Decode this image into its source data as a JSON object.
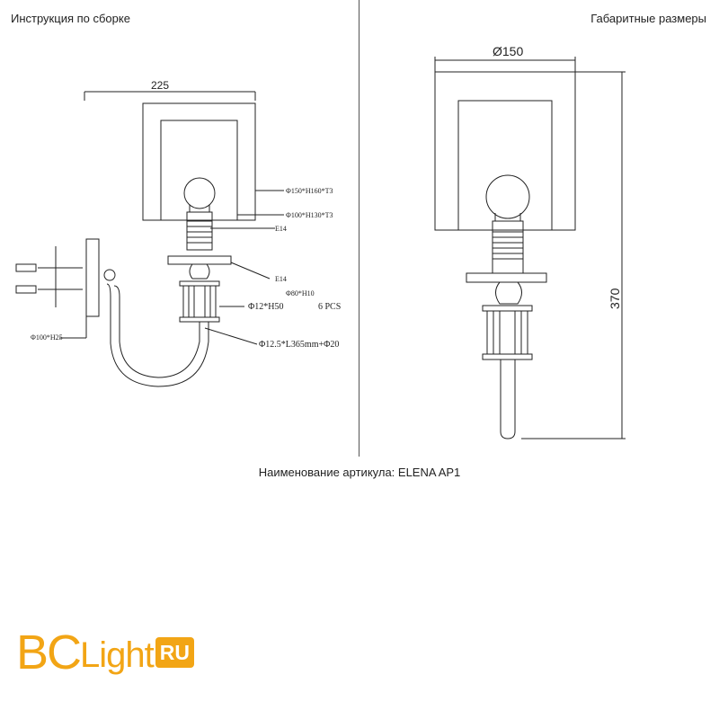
{
  "header": {
    "left_title": "Инструкция по сборке",
    "right_title": "Габаритные размеры"
  },
  "assembly": {
    "width_dim": "225",
    "outer_shade": "Φ150*H160*T3",
    "inner_shade": "Φ100*H130*T3",
    "socket_top": "E14",
    "socket_bottom": "E14",
    "cup": "Φ80*H10",
    "rod": "Φ12*H50",
    "rod_qty": "6 PCS",
    "arm": "Φ12.5*L365mm+Φ20",
    "wall_plate": "Φ100*H25"
  },
  "dimensions": {
    "diameter": "Ø150",
    "height": "370"
  },
  "article": "Наименование артикула: ELENA AP1",
  "logo": {
    "part1": "BC",
    "part2": "Light",
    "dot": "•",
    "badge": "RU",
    "brand_color": "#f2a515"
  }
}
